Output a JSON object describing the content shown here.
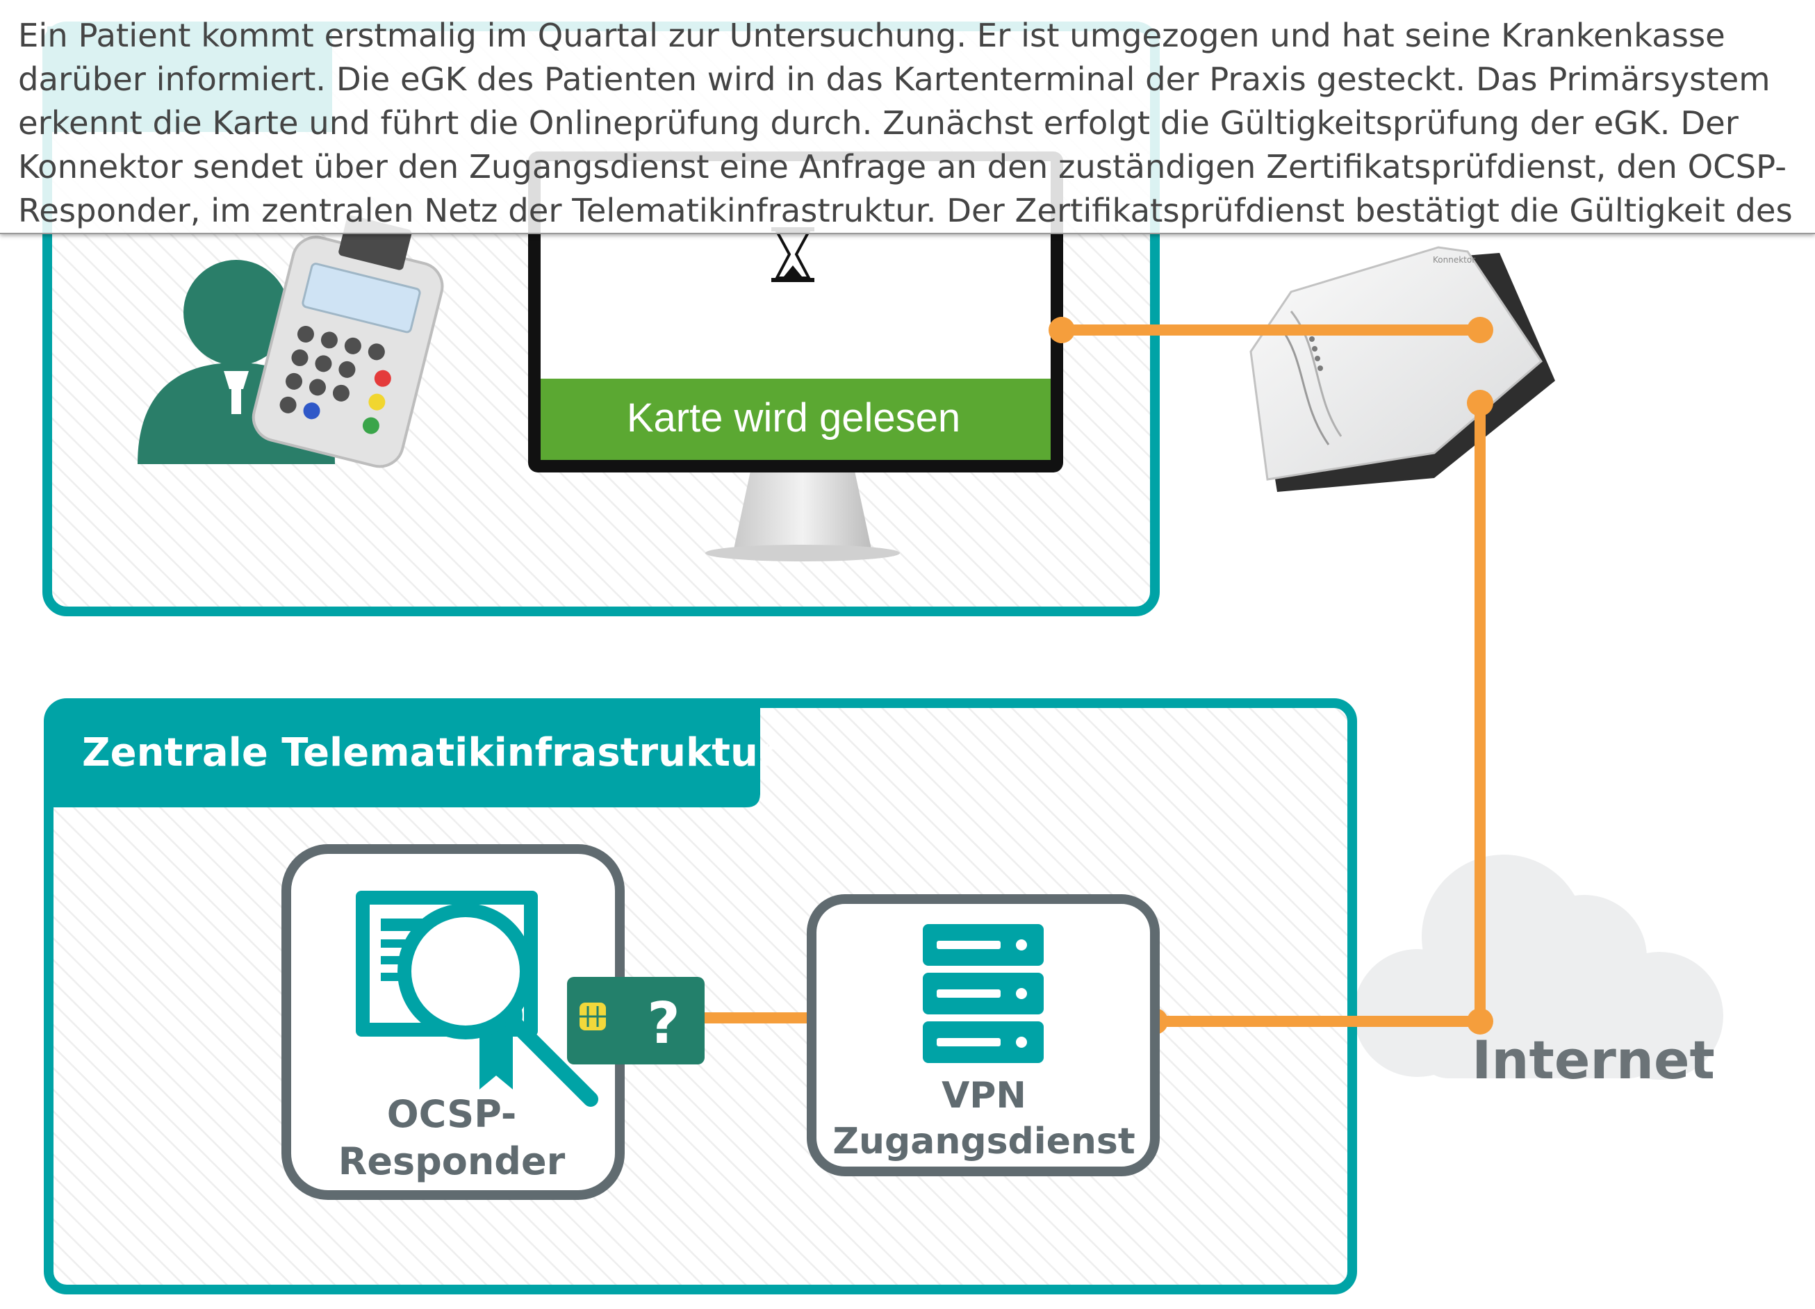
{
  "caption": "Ein Patient kommt erstmalig im Quartal zur Untersuchung. Er ist umgezogen und hat seine Krankenkasse darüber informiert. Die eGK des Patienten wird in das Kartenterminal der Praxis gesteckt. Das Primärsystem erkennt die Karte und führt die Onlineprüfung durch. Zunächst erfolgt die Gültigkeitsprüfung der eGK. Der Konnektor sendet über den Zugangsdienst eine Anfrage an den zuständigen Zertifikatsprüfdienst, den OCSP-Responder, im zentralen Netz der Telematikinfrastruktur. Der Zertifikatsprüfdienst bestätigt die Gültigkeit des Zertifikates der",
  "praxis": {
    "monitor_status": "Karte wird gelesen",
    "monitor_icon": "hourglass-icon"
  },
  "konnektor": {
    "device_label": "Konnektor"
  },
  "zentrale": {
    "title": "Zentrale Telematikinfrastruktur",
    "ocsp_label_line1": "OCSP-",
    "ocsp_label_line2": "Responder",
    "vpn_label_line1": "VPN",
    "vpn_label_line2": "Zugangsdienst",
    "card_question": "?"
  },
  "internet": {
    "label": "Internet"
  },
  "colors": {
    "teal": "#00A3A6",
    "dark_green": "#2A7E69",
    "status_green": "#5BA832",
    "connector_orange": "#F59E3C",
    "box_gray": "#606B70",
    "cloud_gray": "#EDEEEF",
    "card_green": "#23806B"
  }
}
